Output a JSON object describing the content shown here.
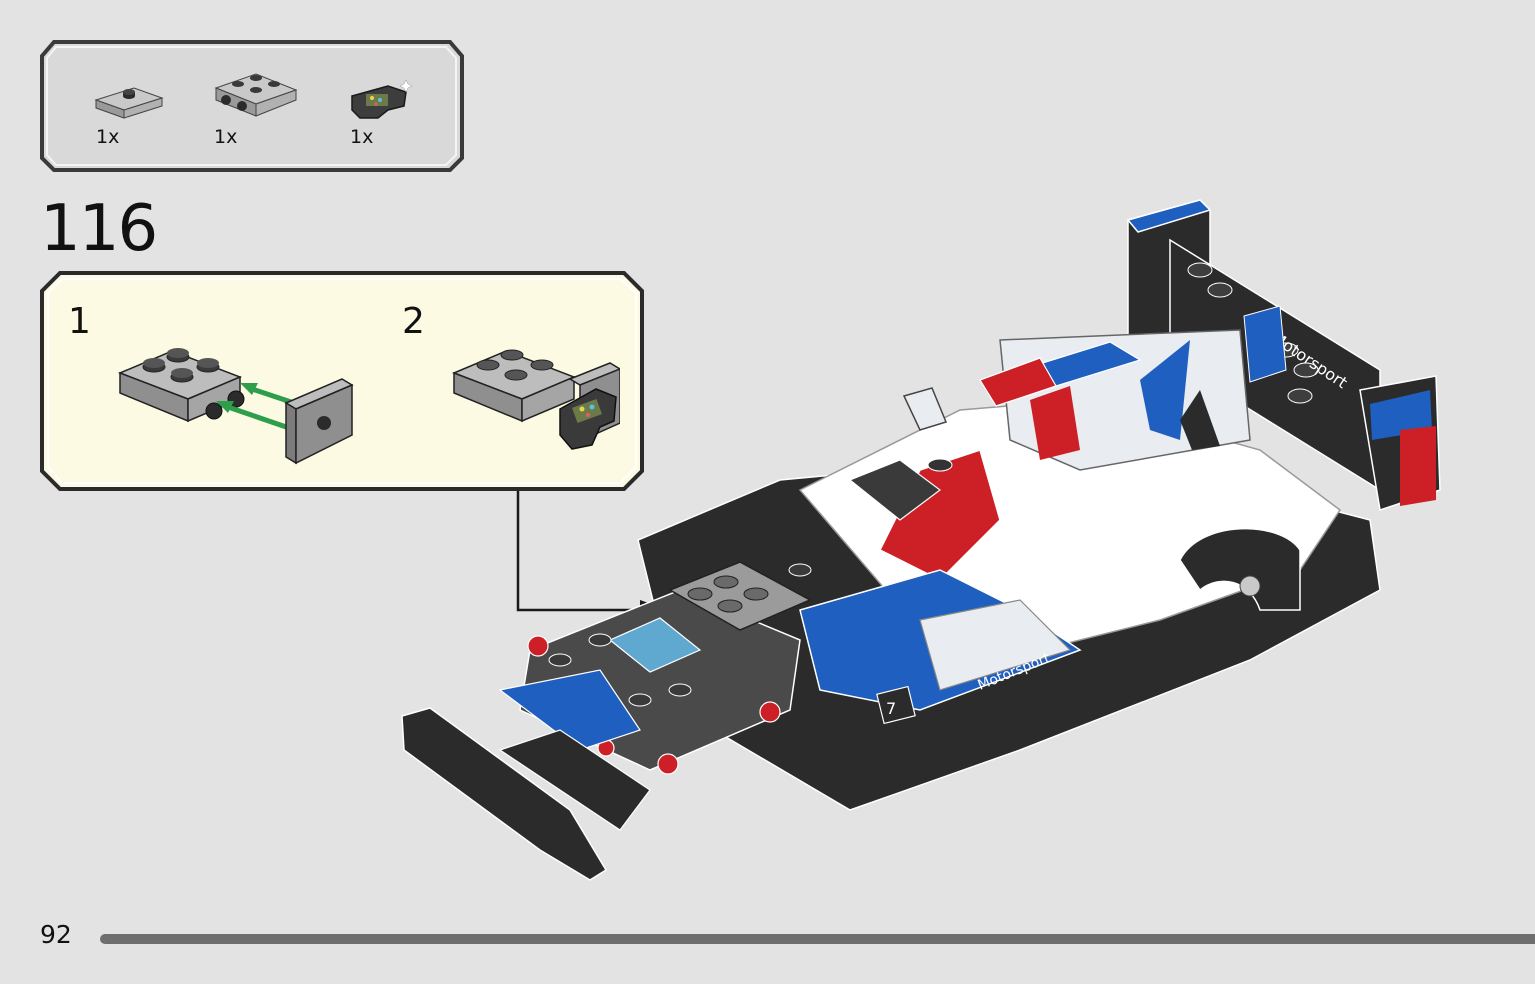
{
  "parts_list": {
    "items": [
      {
        "icon": "plate-1x2-center-stud-icon",
        "quantity": "1x"
      },
      {
        "icon": "bracket-plate-2x2-icon",
        "quantity": "1x"
      },
      {
        "icon": "steering-wheel-tile-icon",
        "quantity": "1x"
      }
    ]
  },
  "step": {
    "number": "116"
  },
  "substeps": [
    {
      "label": "1"
    },
    {
      "label": "2"
    }
  ],
  "model": {
    "decals": [
      "Motorsport",
      "Motorsport",
      "7"
    ]
  },
  "page": {
    "number": "92"
  },
  "colors": {
    "background": "#e3e3e3",
    "parts_box": "#d9d9d9",
    "substep_box": "#fcfae3",
    "arrow_green": "#2e9e4a",
    "car_blue": "#1f5fbf",
    "car_red": "#cc1f26",
    "car_black": "#2b2b2b"
  }
}
